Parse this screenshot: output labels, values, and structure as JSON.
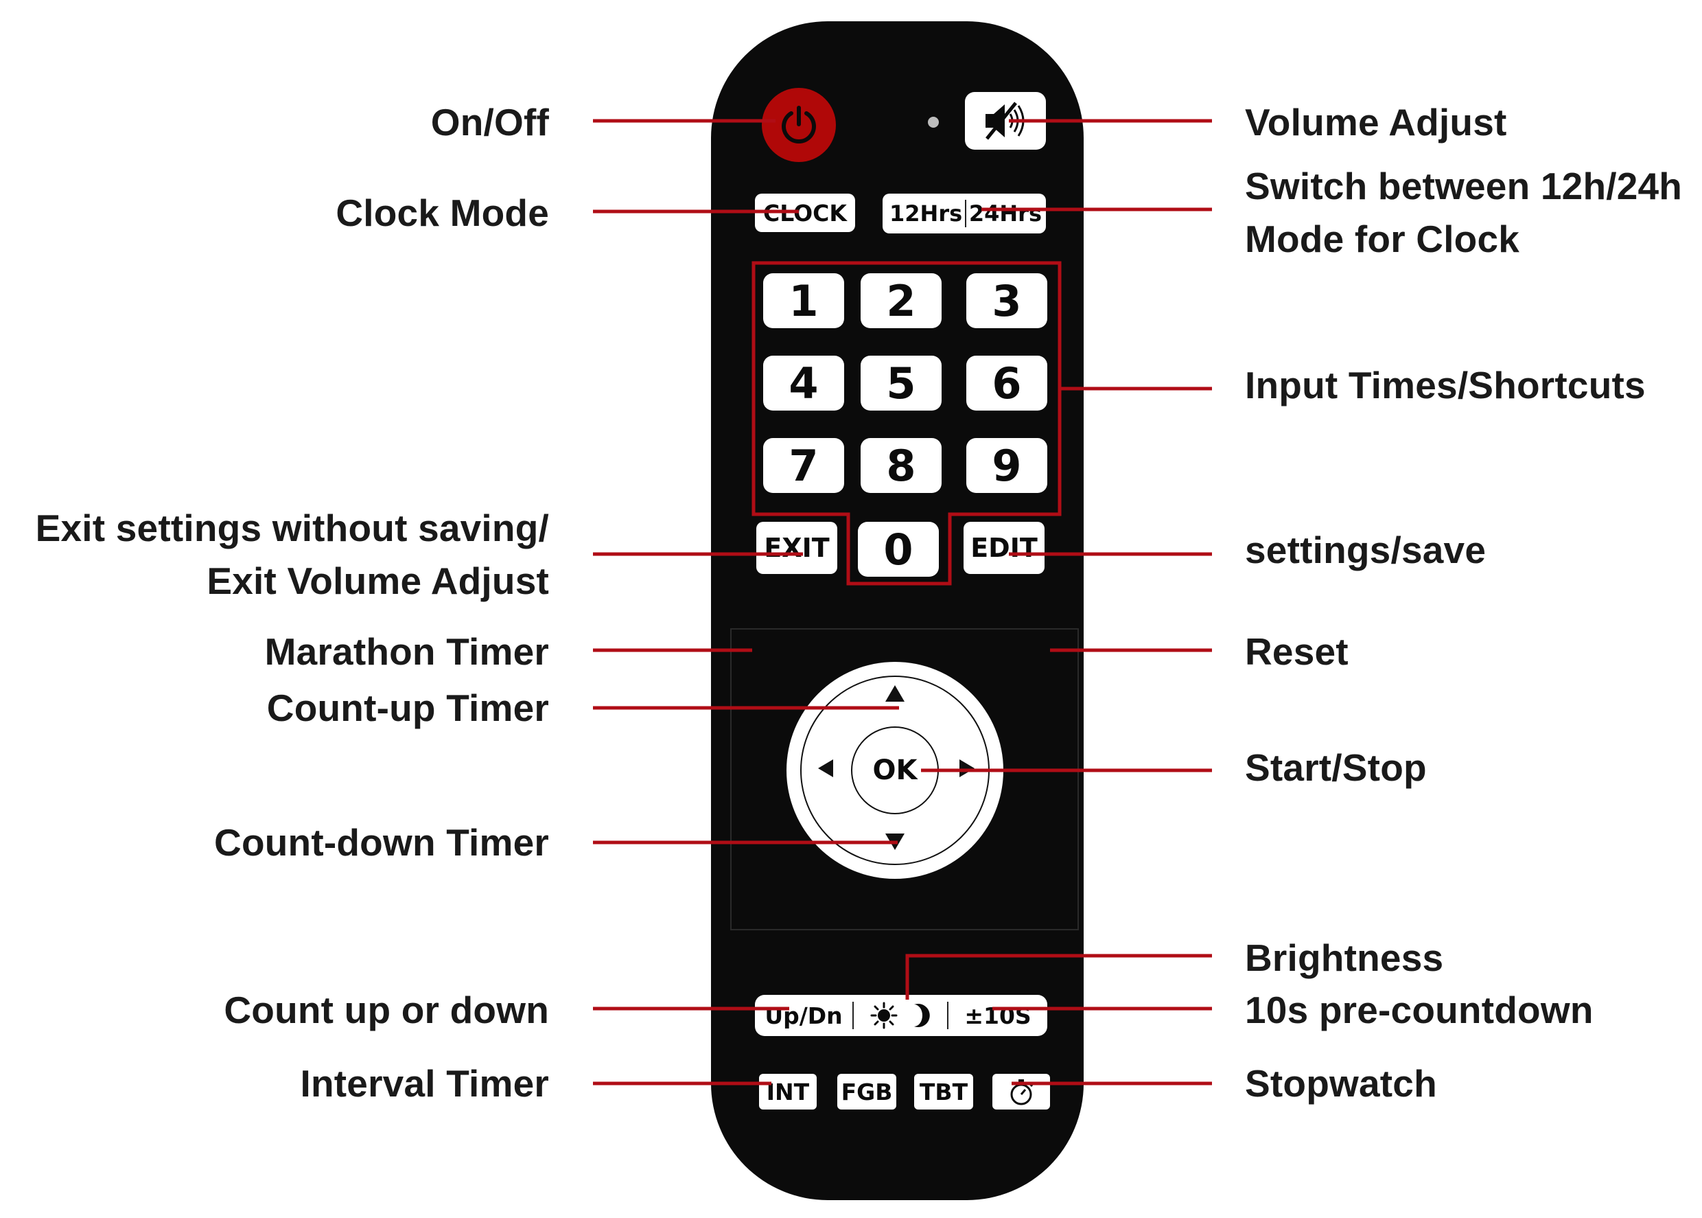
{
  "remote": {
    "keys": {
      "clock": "CLOCK",
      "hrs12": "12Hrs",
      "hrs24": "24Hrs",
      "digits": [
        "1",
        "2",
        "3",
        "4",
        "5",
        "6",
        "7",
        "8",
        "9"
      ],
      "zero": "0",
      "exit": "EXIT",
      "edit": "EDIT",
      "ok": "OK",
      "up_dn": "Up/Dn",
      "pre10": "±10S",
      "int": "INT",
      "fgb": "FGB",
      "tbt": "TBT"
    },
    "icons": {
      "power": "power-icon",
      "mute": "mute-speaker-icon",
      "sun": "sun-icon",
      "moon": "moon-icon",
      "stopwatch": "stopwatch-icon"
    }
  },
  "callouts": {
    "left": {
      "on_off": "On/Off",
      "clock_mode": "Clock Mode",
      "exit_line1": "Exit settings without saving/",
      "exit_line2": "Exit Volume Adjust",
      "marathon": "Marathon Timer",
      "count_up": "Count-up Timer",
      "count_down": "Count-down Timer",
      "count_up_or_down": "Count up or down",
      "interval": "Interval Timer"
    },
    "right": {
      "volume": "Volume Adjust",
      "switch_line1": "Switch between 12h/24h",
      "switch_line2": "Mode for Clock",
      "input_times": "Input Times/Shortcuts",
      "settings_save": "settings/save",
      "reset": "Reset",
      "start_stop": "Start/Stop",
      "brightness": "Brightness",
      "pre_countdown": "10s pre-countdown",
      "stopwatch": "Stopwatch"
    }
  },
  "colors": {
    "remote_body": "#0b0b0b",
    "button_face": "#ffffff",
    "power_button": "#b00808",
    "callout_line": "#b00d16",
    "text": "#1a1a1a"
  }
}
